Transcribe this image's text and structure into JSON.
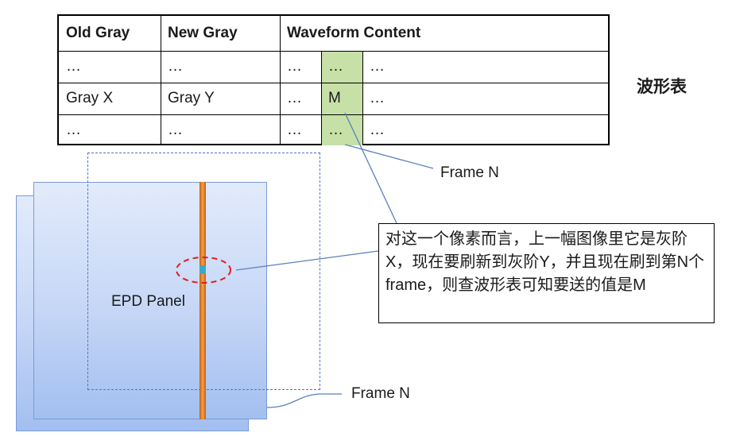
{
  "table": {
    "headers": [
      "Old Gray",
      "New Gray",
      "Waveform Content"
    ],
    "rows": [
      {
        "old": "…",
        "new": "…",
        "w1": "…",
        "w2": "…",
        "w3": "…"
      },
      {
        "old": "Gray X",
        "new": "Gray Y",
        "w1": "…",
        "w2": "M",
        "w3": "…"
      },
      {
        "old": "…",
        "new": "…",
        "w1": "…",
        "w2": "…",
        "w3": "…"
      }
    ],
    "highlight_color": "#c6e0a8"
  },
  "table_title": "波形表",
  "frame_label_top": "Frame N",
  "frame_label_bottom": "Frame N",
  "panel_label": "EPD Panel",
  "explanation": "对这一个像素而言，上一幅图像里它是灰阶X，现在要刷新到灰阶Y，并且现在刷到第N个frame，则查波形表可知要送的值是M",
  "colors": {
    "panel": "#c5d6f6",
    "column": "#f5a04a",
    "pixel": "#3aa9c9",
    "marker": "#e02020",
    "leader_line": "#5b7fbf"
  }
}
